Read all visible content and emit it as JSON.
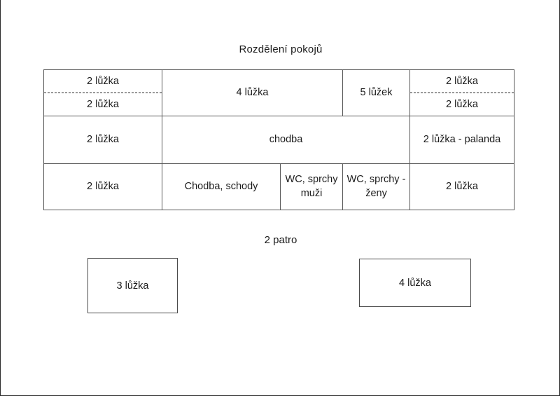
{
  "page": {
    "title": "Rozdělení pokojů",
    "floor_caption": "2 patro",
    "border_color": "#2a2a2a",
    "line_color": "#585858",
    "text_color": "#1b1b1b",
    "background": "#ffffff"
  },
  "floor_table": {
    "rows": [
      {
        "cells": [
          {
            "type": "split",
            "top": "2 lůžka",
            "bottom": "2 lůžka"
          },
          {
            "type": "plain",
            "text": "4 lůžka"
          },
          {
            "type": "plain",
            "text": "5 lůžek"
          },
          {
            "type": "split",
            "top": "2 lůžka",
            "bottom": "2 lůžka"
          }
        ]
      },
      {
        "cells": [
          {
            "type": "plain",
            "text": "2 lůžka"
          },
          {
            "type": "plain",
            "text": "chodba"
          },
          {
            "type": "plain",
            "text": "2 lůžka - palanda"
          }
        ]
      },
      {
        "cells": [
          {
            "type": "plain",
            "text": "2 lůžka"
          },
          {
            "type": "plain",
            "text": "Chodba, schody"
          },
          {
            "type": "plain",
            "text": "WC, sprchy muži"
          },
          {
            "type": "plain",
            "text": "WC, sprchy - ženy"
          },
          {
            "type": "plain",
            "text": "2 lůžka"
          }
        ]
      }
    ]
  },
  "room_boxes": [
    {
      "label": "3 lůžka"
    },
    {
      "label": "4 lůžka"
    }
  ]
}
